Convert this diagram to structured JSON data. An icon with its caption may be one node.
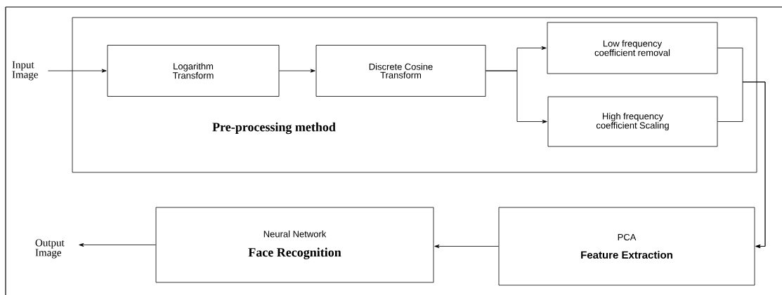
{
  "diagram": {
    "nodes": [
      {
        "text": [
          "Input Image"
        ]
      },
      {
        "text": [
          "Pre-processing method"
        ]
      },
      {
        "text": [
          "Logarithm Transform"
        ],
        "in": 1
      },
      {
        "text": [
          "Discrete Cosine Transform"
        ],
        "in": 1
      },
      {
        "text": [
          "Low frequency coefficient removal"
        ],
        "in": 1
      },
      {
        "text": [
          "High frequency coefficient Scaling"
        ],
        "in": 1
      },
      {
        "text": [
          "PCA",
          "Feature Extraction"
        ]
      },
      {
        "text": [
          "Neural Network",
          "Face Recognition"
        ]
      },
      {
        "text": [
          "Output Image"
        ]
      }
    ],
    "edges": [
      {
        "from": 0,
        "to": 2,
        "arrow": "to"
      },
      {
        "from": 2,
        "to": 3,
        "arrow": "to"
      },
      {
        "from": 3,
        "to": 4,
        "arrow": "to"
      },
      {
        "from": 3,
        "to": 5,
        "arrow": "to"
      },
      {
        "from": 4,
        "to": 6,
        "arrow": "to"
      },
      {
        "from": 5,
        "to": 6,
        "arrow": "to"
      },
      {
        "from": 6,
        "to": 7,
        "arrow": "to"
      },
      {
        "from": 7,
        "to": 8,
        "arrow": "to"
      }
    ]
  }
}
